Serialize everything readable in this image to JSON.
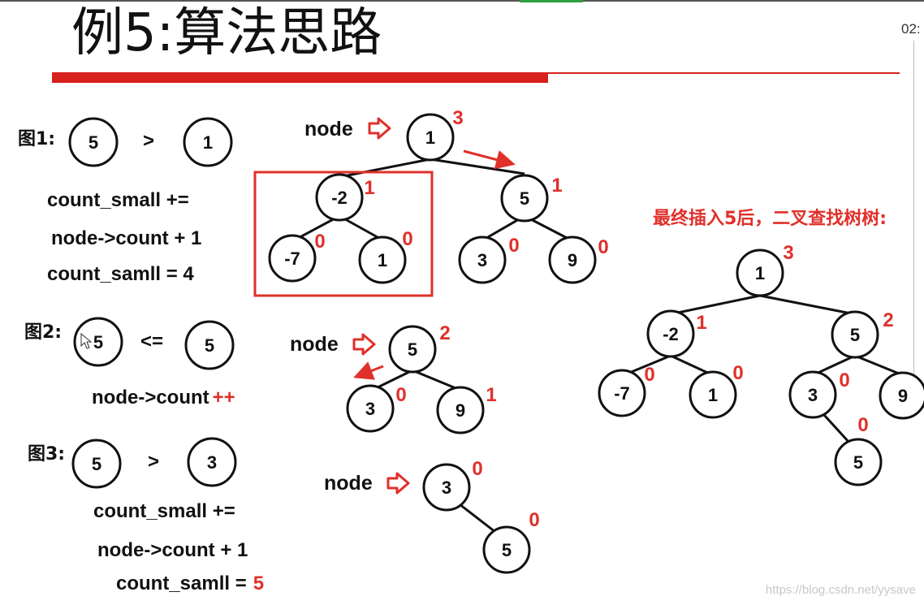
{
  "title": "例5:算法思路",
  "clock": "02:",
  "watermark": "https://blog.csdn.net/yysave",
  "colors": {
    "accent": "#d8211d",
    "count": "#e0302a",
    "ink": "#111111"
  },
  "pointer_label": "node",
  "figures": [
    {
      "label": "图1:",
      "left": "5",
      "op": ">",
      "right": "1",
      "lines": [
        "count_small +=",
        "node->count + 1",
        "count_samll = 4"
      ]
    },
    {
      "label": "图2:",
      "left": "5",
      "op": "<=",
      "right": "5",
      "lines": [
        "node->count"
      ],
      "suffix": "++"
    },
    {
      "label": "图3:",
      "left": "5",
      "op": ">",
      "right": "3",
      "lines": [
        "count_small +=",
        "node->count + 1",
        "count_samll ="
      ],
      "result": "5"
    }
  ],
  "tree1": {
    "nodes": [
      {
        "value": "1",
        "count": "3"
      },
      {
        "value": "-2",
        "count": "1"
      },
      {
        "value": "5",
        "count": "1"
      },
      {
        "value": "-7",
        "count": "0"
      },
      {
        "value": "1",
        "count": "0"
      },
      {
        "value": "3",
        "count": "0"
      },
      {
        "value": "9",
        "count": "0"
      }
    ]
  },
  "tree2": {
    "nodes": [
      {
        "value": "5",
        "count": "2"
      },
      {
        "value": "3",
        "count": "0"
      },
      {
        "value": "9",
        "count": "1"
      }
    ]
  },
  "tree3": {
    "nodes": [
      {
        "value": "3",
        "count": "0"
      },
      {
        "value": "5",
        "count": "0"
      }
    ]
  },
  "final_tree": {
    "caption": "最终插入5后，二叉查找树树:",
    "nodes": [
      {
        "value": "1",
        "count": "3"
      },
      {
        "value": "-2",
        "count": "1"
      },
      {
        "value": "5",
        "count": "2"
      },
      {
        "value": "-7",
        "count": "0"
      },
      {
        "value": "1",
        "count": "0"
      },
      {
        "value": "3",
        "count": "0"
      },
      {
        "value": "9",
        "count": ""
      },
      {
        "value": "5",
        "count": "0"
      }
    ]
  }
}
